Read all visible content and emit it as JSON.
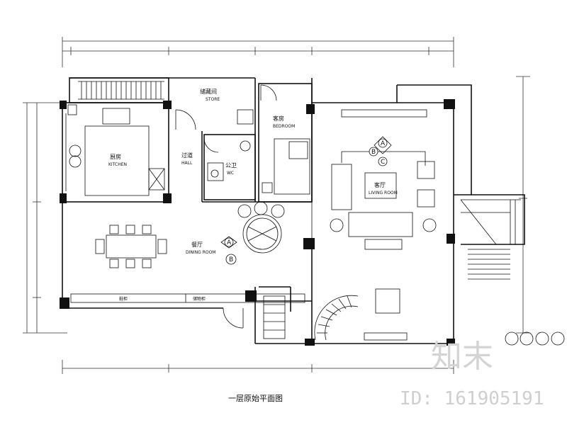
{
  "drawing": {
    "title": "一层原始平面图"
  },
  "rooms": {
    "kitchen": {
      "name": "厨房",
      "sub": "KITCHEN"
    },
    "storage": {
      "name": "储藏间",
      "sub": "STORE"
    },
    "bath": {
      "name": "公卫",
      "sub": "WC"
    },
    "guest_room": {
      "name": "客房",
      "sub": "BEDROOM"
    },
    "dining": {
      "name": "餐厅",
      "sub": "DINING ROOM"
    },
    "living": {
      "name": "客厅",
      "sub": "LIVING ROOM"
    },
    "hall": {
      "name": "过道",
      "sub": "HALL"
    }
  },
  "cabinets": {
    "left": "鞋柜",
    "right": "储物柜"
  },
  "markers": {
    "a": "A",
    "b": "B",
    "c": "C"
  },
  "watermark": {
    "logo": "知末",
    "id": "ID: 161905191"
  }
}
